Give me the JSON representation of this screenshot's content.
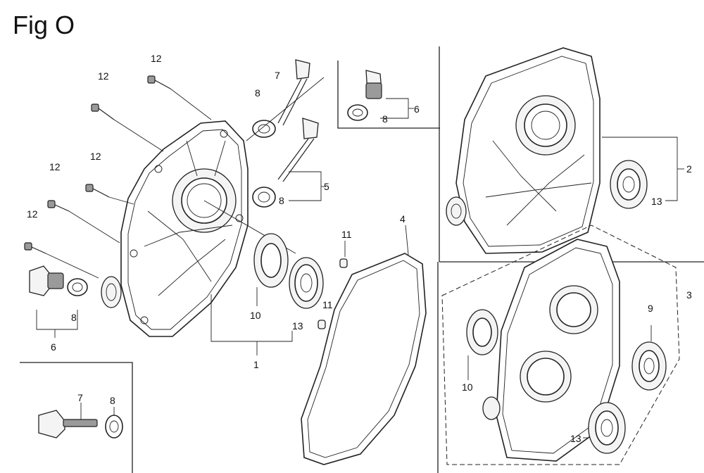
{
  "figure": {
    "title": "Fig O"
  },
  "callouts": {
    "c1": "1",
    "c2": "2",
    "c3": "3",
    "c4": "4",
    "c5": "5",
    "c6a": "6",
    "c6b": "6",
    "c7a": "7",
    "c7b": "7",
    "c8a": "8",
    "c8b": "8",
    "c8c": "8",
    "c8d": "8",
    "c8e": "8",
    "c9": "9",
    "c10a": "10",
    "c10b": "10",
    "c11a": "11",
    "c11b": "11",
    "c12a": "12",
    "c12b": "12",
    "c12c": "12",
    "c12d": "12",
    "c12e": "12",
    "c13a": "13",
    "c13b": "13",
    "c13c": "13"
  }
}
